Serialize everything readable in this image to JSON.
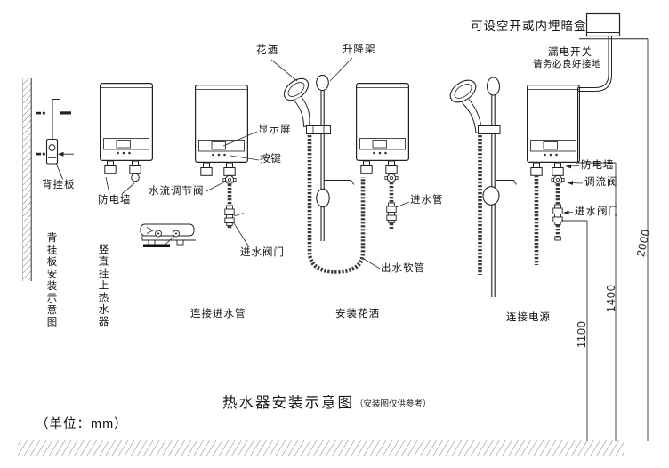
{
  "page": {
    "unit_note": "（单位：mm）"
  },
  "title": {
    "main": "热水器安装示意图",
    "note": "（安装图仅供参考）"
  },
  "captions": {
    "step1_vertical": "背挂板安装示意图",
    "step2_vertical": "竖直挂上热水器",
    "step3": "连接进水管",
    "step4": "安装花洒",
    "step5": "连接电源"
  },
  "labels": {
    "back_plate": "背挂板",
    "anti_electric_wall": "防电墙",
    "water_flow_adjust_valve": "水流调节阀",
    "display_screen": "显示屏",
    "buttons": "按键",
    "inlet_valve": "进水阀门",
    "shower_head": "花洒",
    "lift_bracket": "升降架",
    "inlet_pipe": "进水管",
    "outlet_hose": "出水软管",
    "anti_electric_wall_2": "防电墙",
    "flow_valve": "调流阀",
    "inlet_valve_2": "进水阀门"
  },
  "electrical": {
    "box_label": "可设空开或内埋暗盒",
    "breaker_label": "漏电开关",
    "grounding_note": "请务必良好接地"
  },
  "dimensions": {
    "h_inlet_valve": "1100",
    "h_heater_bottom": "1400",
    "h_breaker_box": "2000"
  }
}
